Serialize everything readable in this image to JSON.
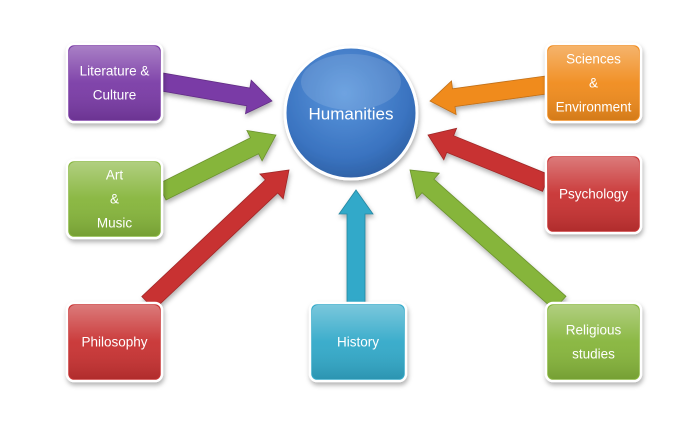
{
  "center": {
    "label": "Humanities",
    "color": "#3f7ccb"
  },
  "nodes": [
    {
      "id": "literature",
      "lines": [
        "Literature &",
        "Culture"
      ],
      "color": "#7a3aa6"
    },
    {
      "id": "art",
      "lines": [
        "Art",
        "&",
        "Music"
      ],
      "color": "#86b53b"
    },
    {
      "id": "philosophy",
      "lines": [
        "Philosophy"
      ],
      "color": "#c83232"
    },
    {
      "id": "history",
      "lines": [
        "History"
      ],
      "color": "#31a9c9"
    },
    {
      "id": "religious",
      "lines": [
        "Religious",
        "studies"
      ],
      "color": "#86b53b"
    },
    {
      "id": "psychology",
      "lines": [
        "Psychology"
      ],
      "color": "#c83232"
    },
    {
      "id": "sciences",
      "lines": [
        "Sciences",
        "&",
        "Environment"
      ],
      "color": "#f08b1f"
    }
  ]
}
